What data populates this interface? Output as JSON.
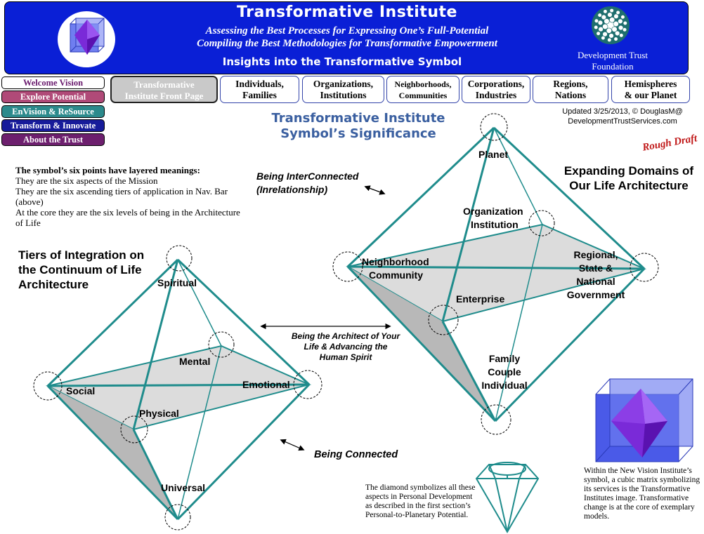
{
  "header": {
    "title": "Transformative Institute",
    "subtitle_1": "Assessing the Best Processes for Expressing One’s Full-Potential",
    "subtitle_2": "Compiling the Best Methodologies for Transformative Empowerment",
    "insights": "Insights into the Transformative Symbol",
    "foundation_line_1": "Development Trust",
    "foundation_line_2": "Foundation",
    "colors": {
      "banner": "#0a1fd6",
      "text": "#ffffff"
    }
  },
  "left_nav": [
    {
      "label": "Welcome Vision",
      "color": "#ffffff"
    },
    {
      "label": "Explore Potential",
      "color": "#b04a78"
    },
    {
      "label": "EnVision & ReSource",
      "color": "#2c8a8c"
    },
    {
      "label": "Transform & Innovate",
      "color": "#171b9a"
    },
    {
      "label": "About the Trust",
      "color": "#6d1f6e"
    }
  ],
  "top_nav": [
    {
      "line1": "Transformative",
      "line2": "Institute Front Page"
    },
    {
      "line1": "Individuals,",
      "line2": "Families"
    },
    {
      "line1": "Organizations,",
      "line2": "Institutions"
    },
    {
      "line1": "Neighborhoods,",
      "line2": "Communities"
    },
    {
      "line1": "Corporations,",
      "line2": "Industries"
    },
    {
      "line1": "Regions,",
      "line2": "Nations"
    },
    {
      "line1": "Hemispheres",
      "line2": "& our Planet"
    }
  ],
  "updated": {
    "line1": "Updated 3/25/2013, © DouglasM@",
    "line2": "DevelopmentTrustServices.com"
  },
  "rough_draft": "Rough Draft",
  "symbol_title": {
    "line1": "Transformative Institute",
    "line2": "Symbol’s Significance"
  },
  "intro": {
    "lead": "The symbol’s six points have layered meanings",
    "line1": "They are the six aspects of the Mission",
    "line2": "They are the six ascending tiers of application in Nav. Bar (above)",
    "line3": "At the core they are the six levels of being in the Architecture of Life"
  },
  "tiers_heading": "Tiers of Integration on the  Continuum of Life Architecture",
  "domains_heading": "Expanding Domains of Our Life Architecture",
  "relations": {
    "interconnected_1": "Being InterConnected",
    "interconnected_2": "(Inrelationship)",
    "architect": "Being the Architect of Your Life & Advancing the Human Spirit",
    "connected": "Being Connected"
  },
  "left_points": {
    "spiritual": "Spiritual",
    "mental": "Mental",
    "social": "Social",
    "emotional": "Emotional",
    "physical": "Physical",
    "universal": "Universal"
  },
  "right_points": {
    "planet": "Planet",
    "organization": "Organization",
    "institution": "Institution",
    "neighborhood": "Neighborhood",
    "community": "Community",
    "regional_1": "Regional,",
    "regional_2": "State &",
    "regional_3": "National",
    "regional_4": "Government",
    "enterprise": "Enterprise",
    "family": "Family",
    "couple": "Couple",
    "individual": "Individual"
  },
  "diamond_text": "The diamond symbolizes all these aspects in Personal Development as described in the first section’s Personal-to-Planetary Potential.",
  "cube_text": "Within the New Vision Institute’s symbol, a cubic matrix symbolizing its services is the Transformative Institutes image.  Transformative change is at the core of exemplary models.",
  "colors": {
    "octahedron_stroke": "#1f8c8c",
    "face_fill": "#dcdcdc",
    "shadow_fill": "#b8b8b8",
    "title_blue": "#3a5fa0",
    "rough_red": "#c01818",
    "cube_blue": "#4a5ae8",
    "gem_purple": "#7a2ad8"
  }
}
